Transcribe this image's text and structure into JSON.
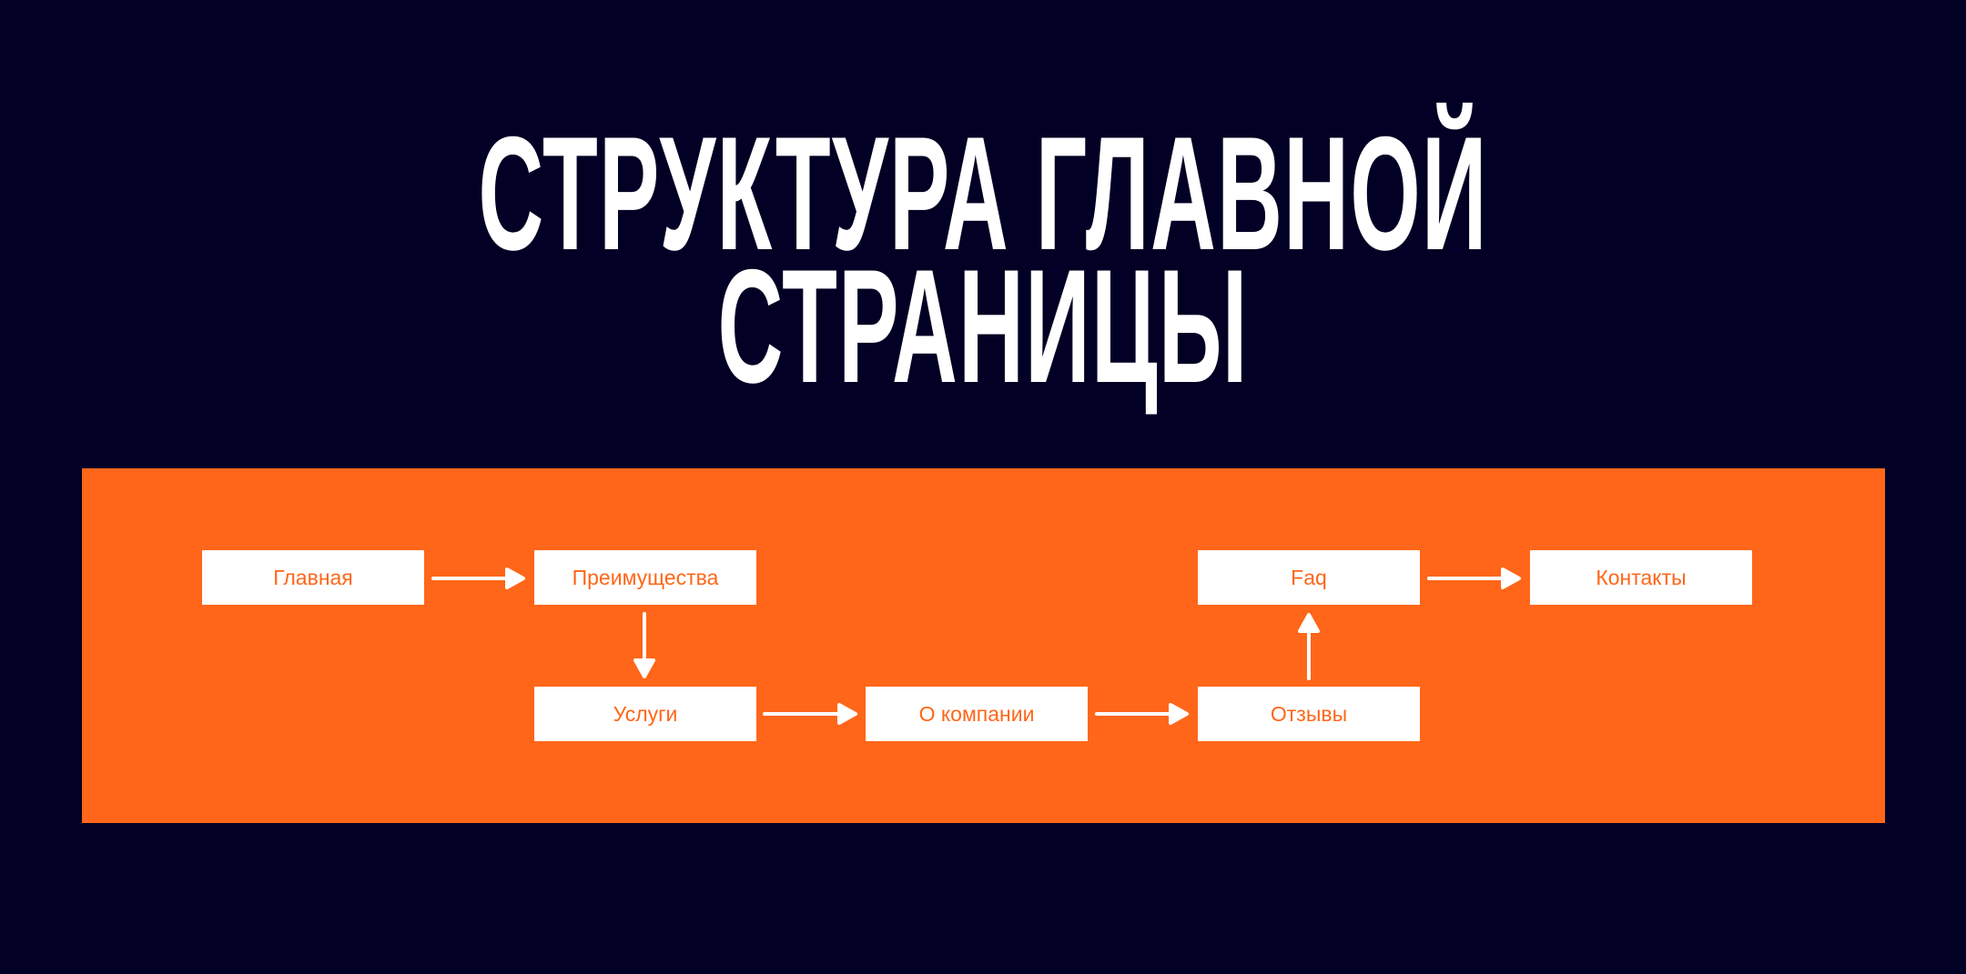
{
  "title": {
    "line1": "СТРУКТУРА ГЛАВНОЙ",
    "line2": "СТРАНИЦЫ"
  },
  "colors": {
    "background": "#020024",
    "accent": "#ff6619",
    "node": "#ffffff"
  },
  "nodes": [
    {
      "label": "Главная"
    },
    {
      "label": "Преимущества"
    },
    {
      "label": "Услуги"
    },
    {
      "label": "О компании"
    },
    {
      "label": "Отзывы"
    },
    {
      "label": "Faq"
    },
    {
      "label": "Контакты"
    }
  ],
  "edges": [
    {
      "from": "Главная",
      "to": "Преимущества"
    },
    {
      "from": "Преимущества",
      "to": "Услуги"
    },
    {
      "from": "Услуги",
      "to": "О компании"
    },
    {
      "from": "О компании",
      "to": "Отзывы"
    },
    {
      "from": "Отзывы",
      "to": "Faq"
    },
    {
      "from": "Faq",
      "to": "Контакты"
    }
  ]
}
